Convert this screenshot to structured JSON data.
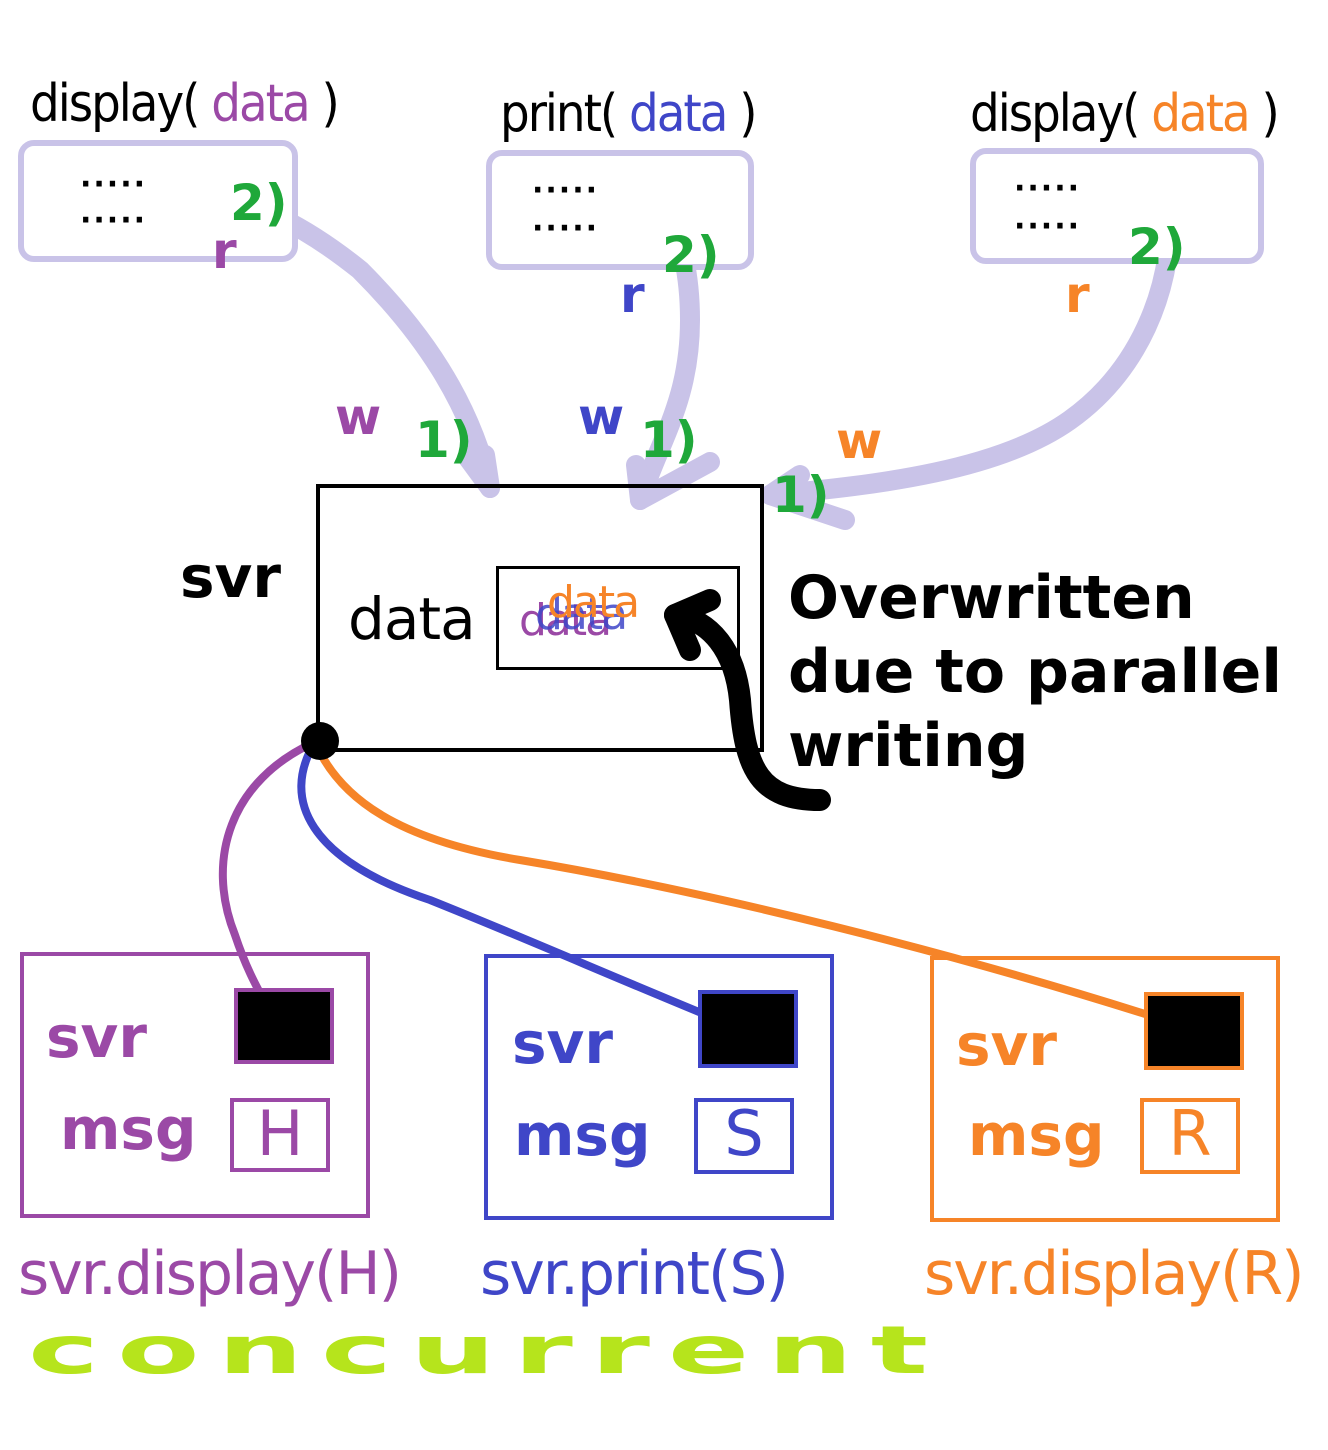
{
  "colors": {
    "purple": "#9b49a6",
    "blue": "#3f46c8",
    "orange": "#f68428",
    "green": "#1fa83a",
    "lavender": "#c9c3e8",
    "lime": "#b6e41c",
    "black": "#000000"
  },
  "methods": [
    {
      "name": "display(",
      "arg": "data",
      "close": ")",
      "dots": [
        "·····",
        "·····"
      ],
      "read": "r",
      "write": "w",
      "step_read": "2)",
      "step_write": "1)"
    },
    {
      "name": "print(",
      "arg": "data",
      "close": ")",
      "dots": [
        "·····",
        "·····"
      ],
      "read": "r",
      "write": "w",
      "step_read": "2)",
      "step_write": "1)"
    },
    {
      "name": "display(",
      "arg": "data",
      "close": ")",
      "dots": [
        "·····",
        "·····"
      ],
      "read": "r",
      "write": "w",
      "step_read": "2)",
      "step_write": "1)"
    }
  ],
  "server": {
    "label": "svr",
    "field_label": "data",
    "field_values": [
      "data",
      "data",
      "data"
    ]
  },
  "annotation": [
    "Overwritten",
    "due to parallel",
    "writing"
  ],
  "callers": [
    {
      "ref_label": "svr",
      "msg_label": "msg",
      "msg_value": "H",
      "call": "svr.display(H)"
    },
    {
      "ref_label": "svr",
      "msg_label": "msg",
      "msg_value": "S",
      "call": "svr.print(S)"
    },
    {
      "ref_label": "svr",
      "msg_label": "msg",
      "msg_value": "R",
      "call": "svr.display(R)"
    }
  ],
  "footer": "concurrent"
}
